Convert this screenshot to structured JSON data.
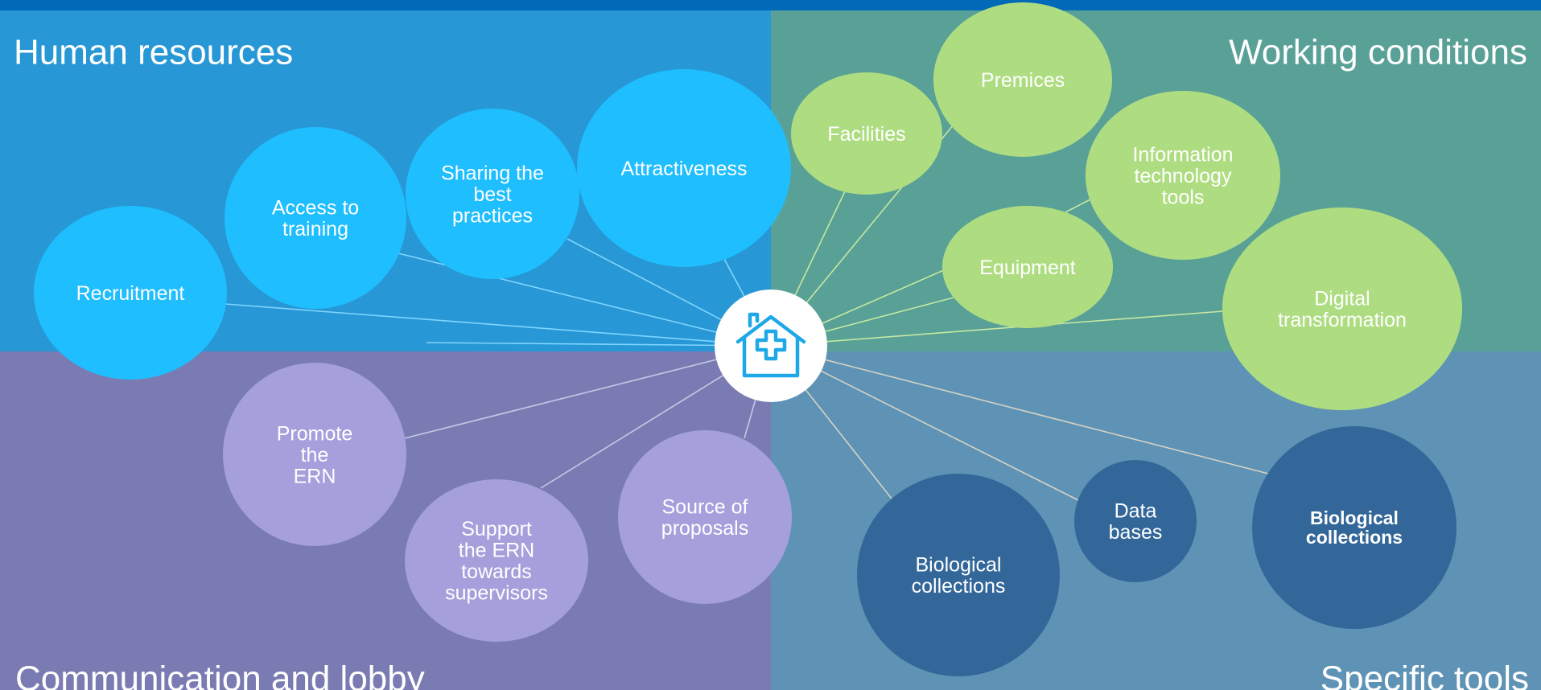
{
  "colors": {
    "top_bar": "#0069b8",
    "human_resources_bg": "#2797d5",
    "working_conditions_bg": "#59a196",
    "communication_bg": "#7a7bb3",
    "specific_tools_bg": "#5e93b5",
    "hr_bubble": "#1fbeff",
    "wc_bubble": "#aedd81",
    "comm_bubble": "#a59fdb",
    "tools_bubble": "#336799",
    "hub": "#ffffff",
    "hub_icon": "#1fa8e8"
  },
  "hub": {
    "icon": "house-medical-cross-icon"
  },
  "quadrants": {
    "human_resources": {
      "title": "Human resources",
      "items": [
        "Recruitment",
        "Access to\ntraining",
        "Sharing the\nbest\npractices",
        "Attractiveness"
      ]
    },
    "working_conditions": {
      "title": "Working conditions",
      "items": [
        "Facilities",
        "Premices",
        "Information\ntechnology\ntools",
        "Equipment",
        "Digital\ntransformation"
      ]
    },
    "communication": {
      "title": "Communication and lobby",
      "items": [
        "Promote\nthe\nERN",
        "Support\nthe ERN\ntowards\nsupervisors",
        "Source of\nproposals"
      ]
    },
    "specific_tools": {
      "title": "Specific tools",
      "items": [
        "Biological\ncollections",
        "Data\nbases",
        "Biological\ncollections"
      ]
    }
  }
}
